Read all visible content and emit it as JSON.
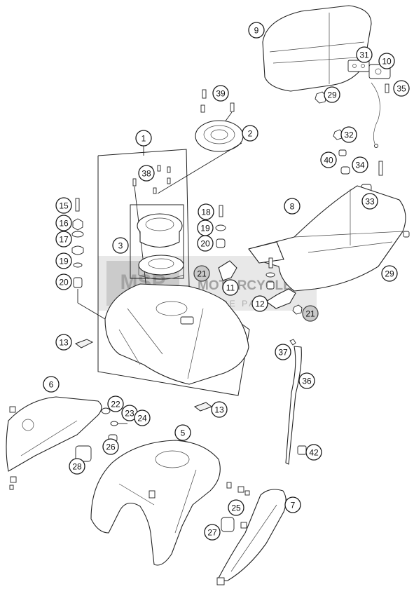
{
  "watermark": {
    "line1": "MOTORCYCLE",
    "line2": "SPARE PARTS",
    "badge": "MSP"
  },
  "callouts": [
    {
      "id": "c9",
      "label": "9"
    },
    {
      "id": "c31",
      "label": "31"
    },
    {
      "id": "c10",
      "label": "10"
    },
    {
      "id": "c35",
      "label": "35"
    },
    {
      "id": "c39",
      "label": "39"
    },
    {
      "id": "c29a",
      "label": "29"
    },
    {
      "id": "c1",
      "label": "1"
    },
    {
      "id": "c2",
      "label": "2"
    },
    {
      "id": "c32",
      "label": "32"
    },
    {
      "id": "c40",
      "label": "40"
    },
    {
      "id": "c34",
      "label": "34"
    },
    {
      "id": "c38",
      "label": "38"
    },
    {
      "id": "c33",
      "label": "33"
    },
    {
      "id": "c15",
      "label": "15"
    },
    {
      "id": "c18",
      "label": "18"
    },
    {
      "id": "c8",
      "label": "8"
    },
    {
      "id": "c16",
      "label": "16"
    },
    {
      "id": "c19a",
      "label": "19"
    },
    {
      "id": "c17",
      "label": "17"
    },
    {
      "id": "c3",
      "label": "3"
    },
    {
      "id": "c20a",
      "label": "20"
    },
    {
      "id": "c19b",
      "label": "19"
    },
    {
      "id": "c21a",
      "label": "21"
    },
    {
      "id": "c20b",
      "label": "20"
    },
    {
      "id": "c11",
      "label": "11"
    },
    {
      "id": "c29b",
      "label": "29"
    },
    {
      "id": "c12",
      "label": "12"
    },
    {
      "id": "c21b",
      "label": "21"
    },
    {
      "id": "c13a",
      "label": "13"
    },
    {
      "id": "c37",
      "label": "37"
    },
    {
      "id": "c6",
      "label": "6"
    },
    {
      "id": "c36",
      "label": "36"
    },
    {
      "id": "c22",
      "label": "22"
    },
    {
      "id": "c23",
      "label": "23"
    },
    {
      "id": "c13b",
      "label": "13"
    },
    {
      "id": "c24",
      "label": "24"
    },
    {
      "id": "c5",
      "label": "5"
    },
    {
      "id": "c26",
      "label": "26"
    },
    {
      "id": "c42",
      "label": "42"
    },
    {
      "id": "c28",
      "label": "28"
    },
    {
      "id": "c7",
      "label": "7"
    },
    {
      "id": "c25",
      "label": "25"
    },
    {
      "id": "c27",
      "label": "27"
    }
  ]
}
